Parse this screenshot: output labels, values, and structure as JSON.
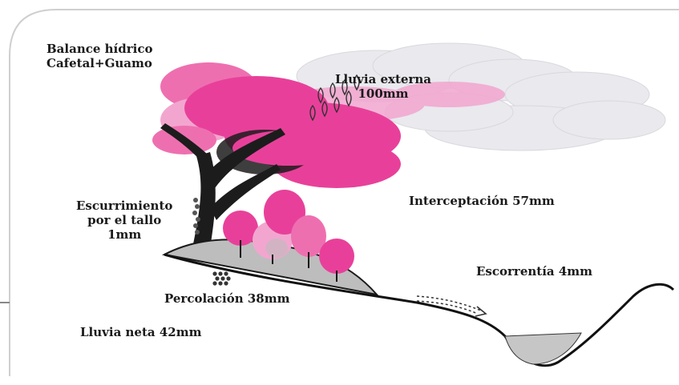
{
  "title": {
    "line1": "Balance hídrico",
    "line2": "Cafetal+Guamo"
  },
  "labels": {
    "external_rain": {
      "line1": "Lluvia externa",
      "line2": "100mm"
    },
    "interception": "Interceptación 57mm",
    "stemflow": {
      "line1": "Escurrimiento",
      "line2": "por el tallo",
      "line3": "1mm"
    },
    "runoff": "Escorrentía 4mm",
    "percolation": "Percolación 38mm",
    "net_rain": "Lluvia neta 42mm"
  },
  "colors": {
    "canopy_pink": "#e8409a",
    "canopy_light": "#f2a6cf",
    "cloud_gray": "#e6e6ea",
    "ground_gray": "#bdbdbd",
    "trunk": "#1c1c1c"
  }
}
